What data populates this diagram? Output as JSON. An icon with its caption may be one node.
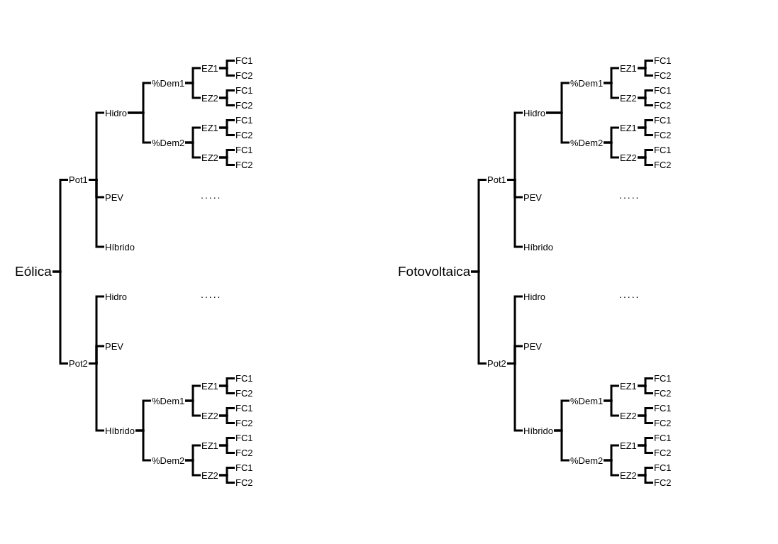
{
  "diagram": {
    "nodes": [
      {
        "text": [
          "Eólica"
        ]
      },
      {
        "text": [
          "Pot1"
        ]
      },
      {
        "text": [
          "Hidro"
        ]
      },
      {
        "text": [
          "%Dem1"
        ]
      },
      {
        "text": [
          "EZ1"
        ]
      },
      {
        "text": [
          "FC1"
        ]
      },
      {
        "text": [
          "FC2"
        ]
      },
      {
        "text": [
          "EZ2"
        ]
      },
      {
        "text": [
          "FC1"
        ]
      },
      {
        "text": [
          "FC2"
        ]
      },
      {
        "text": [
          "%Dem2"
        ]
      },
      {
        "text": [
          "EZ1"
        ]
      },
      {
        "text": [
          "FC1"
        ]
      },
      {
        "text": [
          "FC2"
        ]
      },
      {
        "text": [
          "EZ2"
        ]
      },
      {
        "text": [
          "FC1"
        ]
      },
      {
        "text": [
          "FC2"
        ]
      },
      {
        "text": [
          "PEV"
        ]
      },
      {
        "text": [
          "Híbrido"
        ]
      },
      {
        "text": [
          "Pot2"
        ]
      },
      {
        "text": [
          "Hidro"
        ]
      },
      {
        "text": [
          "PEV"
        ]
      },
      {
        "text": [
          "Híbrido"
        ]
      },
      {
        "text": [
          "%Dem1"
        ]
      },
      {
        "text": [
          "EZ1"
        ]
      },
      {
        "text": [
          "FC1"
        ]
      },
      {
        "text": [
          "FC2"
        ]
      },
      {
        "text": [
          "EZ2"
        ]
      },
      {
        "text": [
          "FC1"
        ]
      },
      {
        "text": [
          "FC2"
        ]
      },
      {
        "text": [
          "%Dem2"
        ]
      },
      {
        "text": [
          "EZ1"
        ]
      },
      {
        "text": [
          "FC1"
        ]
      },
      {
        "text": [
          "FC2"
        ]
      },
      {
        "text": [
          "EZ2"
        ]
      },
      {
        "text": [
          "FC1"
        ]
      },
      {
        "text": [
          "FC2"
        ]
      },
      {
        "text": [
          "Fotovoltaica"
        ]
      },
      {
        "text": [
          "Pot1"
        ]
      },
      {
        "text": [
          "Hidro"
        ]
      },
      {
        "text": [
          "%Dem1"
        ]
      },
      {
        "text": [
          "EZ1"
        ]
      },
      {
        "text": [
          "FC1"
        ]
      },
      {
        "text": [
          "FC2"
        ]
      },
      {
        "text": [
          "EZ2"
        ]
      },
      {
        "text": [
          "FC1"
        ]
      },
      {
        "text": [
          "FC2"
        ]
      },
      {
        "text": [
          "%Dem2"
        ]
      },
      {
        "text": [
          "EZ1"
        ]
      },
      {
        "text": [
          "FC1"
        ]
      },
      {
        "text": [
          "FC2"
        ]
      },
      {
        "text": [
          "EZ2"
        ]
      },
      {
        "text": [
          "FC1"
        ]
      },
      {
        "text": [
          "FC2"
        ]
      },
      {
        "text": [
          "PEV"
        ]
      },
      {
        "text": [
          "Híbrido"
        ]
      },
      {
        "text": [
          "Pot2"
        ]
      },
      {
        "text": [
          "Hidro"
        ]
      },
      {
        "text": [
          "PEV"
        ]
      },
      {
        "text": [
          "Híbrido"
        ]
      },
      {
        "text": [
          "%Dem1"
        ]
      },
      {
        "text": [
          "EZ1"
        ]
      },
      {
        "text": [
          "FC1"
        ]
      },
      {
        "text": [
          "FC2"
        ]
      },
      {
        "text": [
          "EZ2"
        ]
      },
      {
        "text": [
          "FC1"
        ]
      },
      {
        "text": [
          "FC2"
        ]
      },
      {
        "text": [
          "%Dem2"
        ]
      },
      {
        "text": [
          "EZ1"
        ]
      },
      {
        "text": [
          "FC1"
        ]
      },
      {
        "text": [
          "FC2"
        ]
      },
      {
        "text": [
          "EZ2"
        ]
      },
      {
        "text": [
          "FC1"
        ]
      },
      {
        "text": [
          "FC2"
        ]
      }
    ],
    "edges": [
      {
        "from": 0,
        "to": 1,
        "arrow": "none"
      },
      {
        "from": 1,
        "to": 2,
        "arrow": "none"
      },
      {
        "from": 2,
        "to": 3,
        "arrow": "none"
      },
      {
        "from": 3,
        "to": 4,
        "arrow": "none"
      },
      {
        "from": 4,
        "to": 5,
        "arrow": "none"
      },
      {
        "from": 4,
        "to": 6,
        "arrow": "none"
      },
      {
        "from": 3,
        "to": 7,
        "arrow": "none"
      },
      {
        "from": 7,
        "to": 8,
        "arrow": "none"
      },
      {
        "from": 7,
        "to": 9,
        "arrow": "none"
      },
      {
        "from": 2,
        "to": 10,
        "arrow": "none"
      },
      {
        "from": 10,
        "to": 11,
        "arrow": "none"
      },
      {
        "from": 11,
        "to": 12,
        "arrow": "none"
      },
      {
        "from": 11,
        "to": 13,
        "arrow": "none"
      },
      {
        "from": 10,
        "to": 14,
        "arrow": "none"
      },
      {
        "from": 14,
        "to": 15,
        "arrow": "none"
      },
      {
        "from": 14,
        "to": 16,
        "arrow": "none"
      },
      {
        "from": 1,
        "to": 17,
        "arrow": "none"
      },
      {
        "from": 1,
        "to": 18,
        "arrow": "none"
      },
      {
        "from": 0,
        "to": 19,
        "arrow": "none"
      },
      {
        "from": 19,
        "to": 20,
        "arrow": "none"
      },
      {
        "from": 19,
        "to": 21,
        "arrow": "none"
      },
      {
        "from": 19,
        "to": 22,
        "arrow": "none"
      },
      {
        "from": 22,
        "to": 23,
        "arrow": "none"
      },
      {
        "from": 23,
        "to": 24,
        "arrow": "none"
      },
      {
        "from": 24,
        "to": 25,
        "arrow": "none"
      },
      {
        "from": 24,
        "to": 26,
        "arrow": "none"
      },
      {
        "from": 23,
        "to": 27,
        "arrow": "none"
      },
      {
        "from": 27,
        "to": 28,
        "arrow": "none"
      },
      {
        "from": 27,
        "to": 29,
        "arrow": "none"
      },
      {
        "from": 22,
        "to": 30,
        "arrow": "none"
      },
      {
        "from": 30,
        "to": 31,
        "arrow": "none"
      },
      {
        "from": 31,
        "to": 32,
        "arrow": "none"
      },
      {
        "from": 31,
        "to": 33,
        "arrow": "none"
      },
      {
        "from": 30,
        "to": 34,
        "arrow": "none"
      },
      {
        "from": 34,
        "to": 35,
        "arrow": "none"
      },
      {
        "from": 34,
        "to": 36,
        "arrow": "none"
      },
      {
        "from": 37,
        "to": 38,
        "arrow": "none"
      },
      {
        "from": 38,
        "to": 39,
        "arrow": "none"
      },
      {
        "from": 39,
        "to": 40,
        "arrow": "none"
      },
      {
        "from": 40,
        "to": 41,
        "arrow": "none"
      },
      {
        "from": 41,
        "to": 42,
        "arrow": "none"
      },
      {
        "from": 41,
        "to": 43,
        "arrow": "none"
      },
      {
        "from": 40,
        "to": 44,
        "arrow": "none"
      },
      {
        "from": 44,
        "to": 45,
        "arrow": "none"
      },
      {
        "from": 44,
        "to": 46,
        "arrow": "none"
      },
      {
        "from": 39,
        "to": 47,
        "arrow": "none"
      },
      {
        "from": 47,
        "to": 48,
        "arrow": "none"
      },
      {
        "from": 48,
        "to": 49,
        "arrow": "none"
      },
      {
        "from": 48,
        "to": 50,
        "arrow": "none"
      },
      {
        "from": 47,
        "to": 51,
        "arrow": "none"
      },
      {
        "from": 51,
        "to": 52,
        "arrow": "none"
      },
      {
        "from": 51,
        "to": 53,
        "arrow": "none"
      },
      {
        "from": 38,
        "to": 54,
        "arrow": "none"
      },
      {
        "from": 38,
        "to": 55,
        "arrow": "none"
      },
      {
        "from": 37,
        "to": 56,
        "arrow": "none"
      },
      {
        "from": 56,
        "to": 57,
        "arrow": "none"
      },
      {
        "from": 56,
        "to": 58,
        "arrow": "none"
      },
      {
        "from": 56,
        "to": 59,
        "arrow": "none"
      },
      {
        "from": 59,
        "to": 60,
        "arrow": "none"
      },
      {
        "from": 60,
        "to": 61,
        "arrow": "none"
      },
      {
        "from": 61,
        "to": 62,
        "arrow": "none"
      },
      {
        "from": 61,
        "to": 63,
        "arrow": "none"
      },
      {
        "from": 60,
        "to": 64,
        "arrow": "none"
      },
      {
        "from": 64,
        "to": 65,
        "arrow": "none"
      },
      {
        "from": 64,
        "to": 66,
        "arrow": "none"
      },
      {
        "from": 59,
        "to": 67,
        "arrow": "none"
      },
      {
        "from": 67,
        "to": 68,
        "arrow": "none"
      },
      {
        "from": 68,
        "to": 69,
        "arrow": "none"
      },
      {
        "from": 68,
        "to": 70,
        "arrow": "none"
      },
      {
        "from": 67,
        "to": 71,
        "arrow": "none"
      },
      {
        "from": 71,
        "to": 72,
        "arrow": "none"
      },
      {
        "from": 71,
        "to": 73,
        "arrow": "none"
      }
    ],
    "labels": [
      ".....",
      ".....",
      ".....",
      "....."
    ]
  }
}
